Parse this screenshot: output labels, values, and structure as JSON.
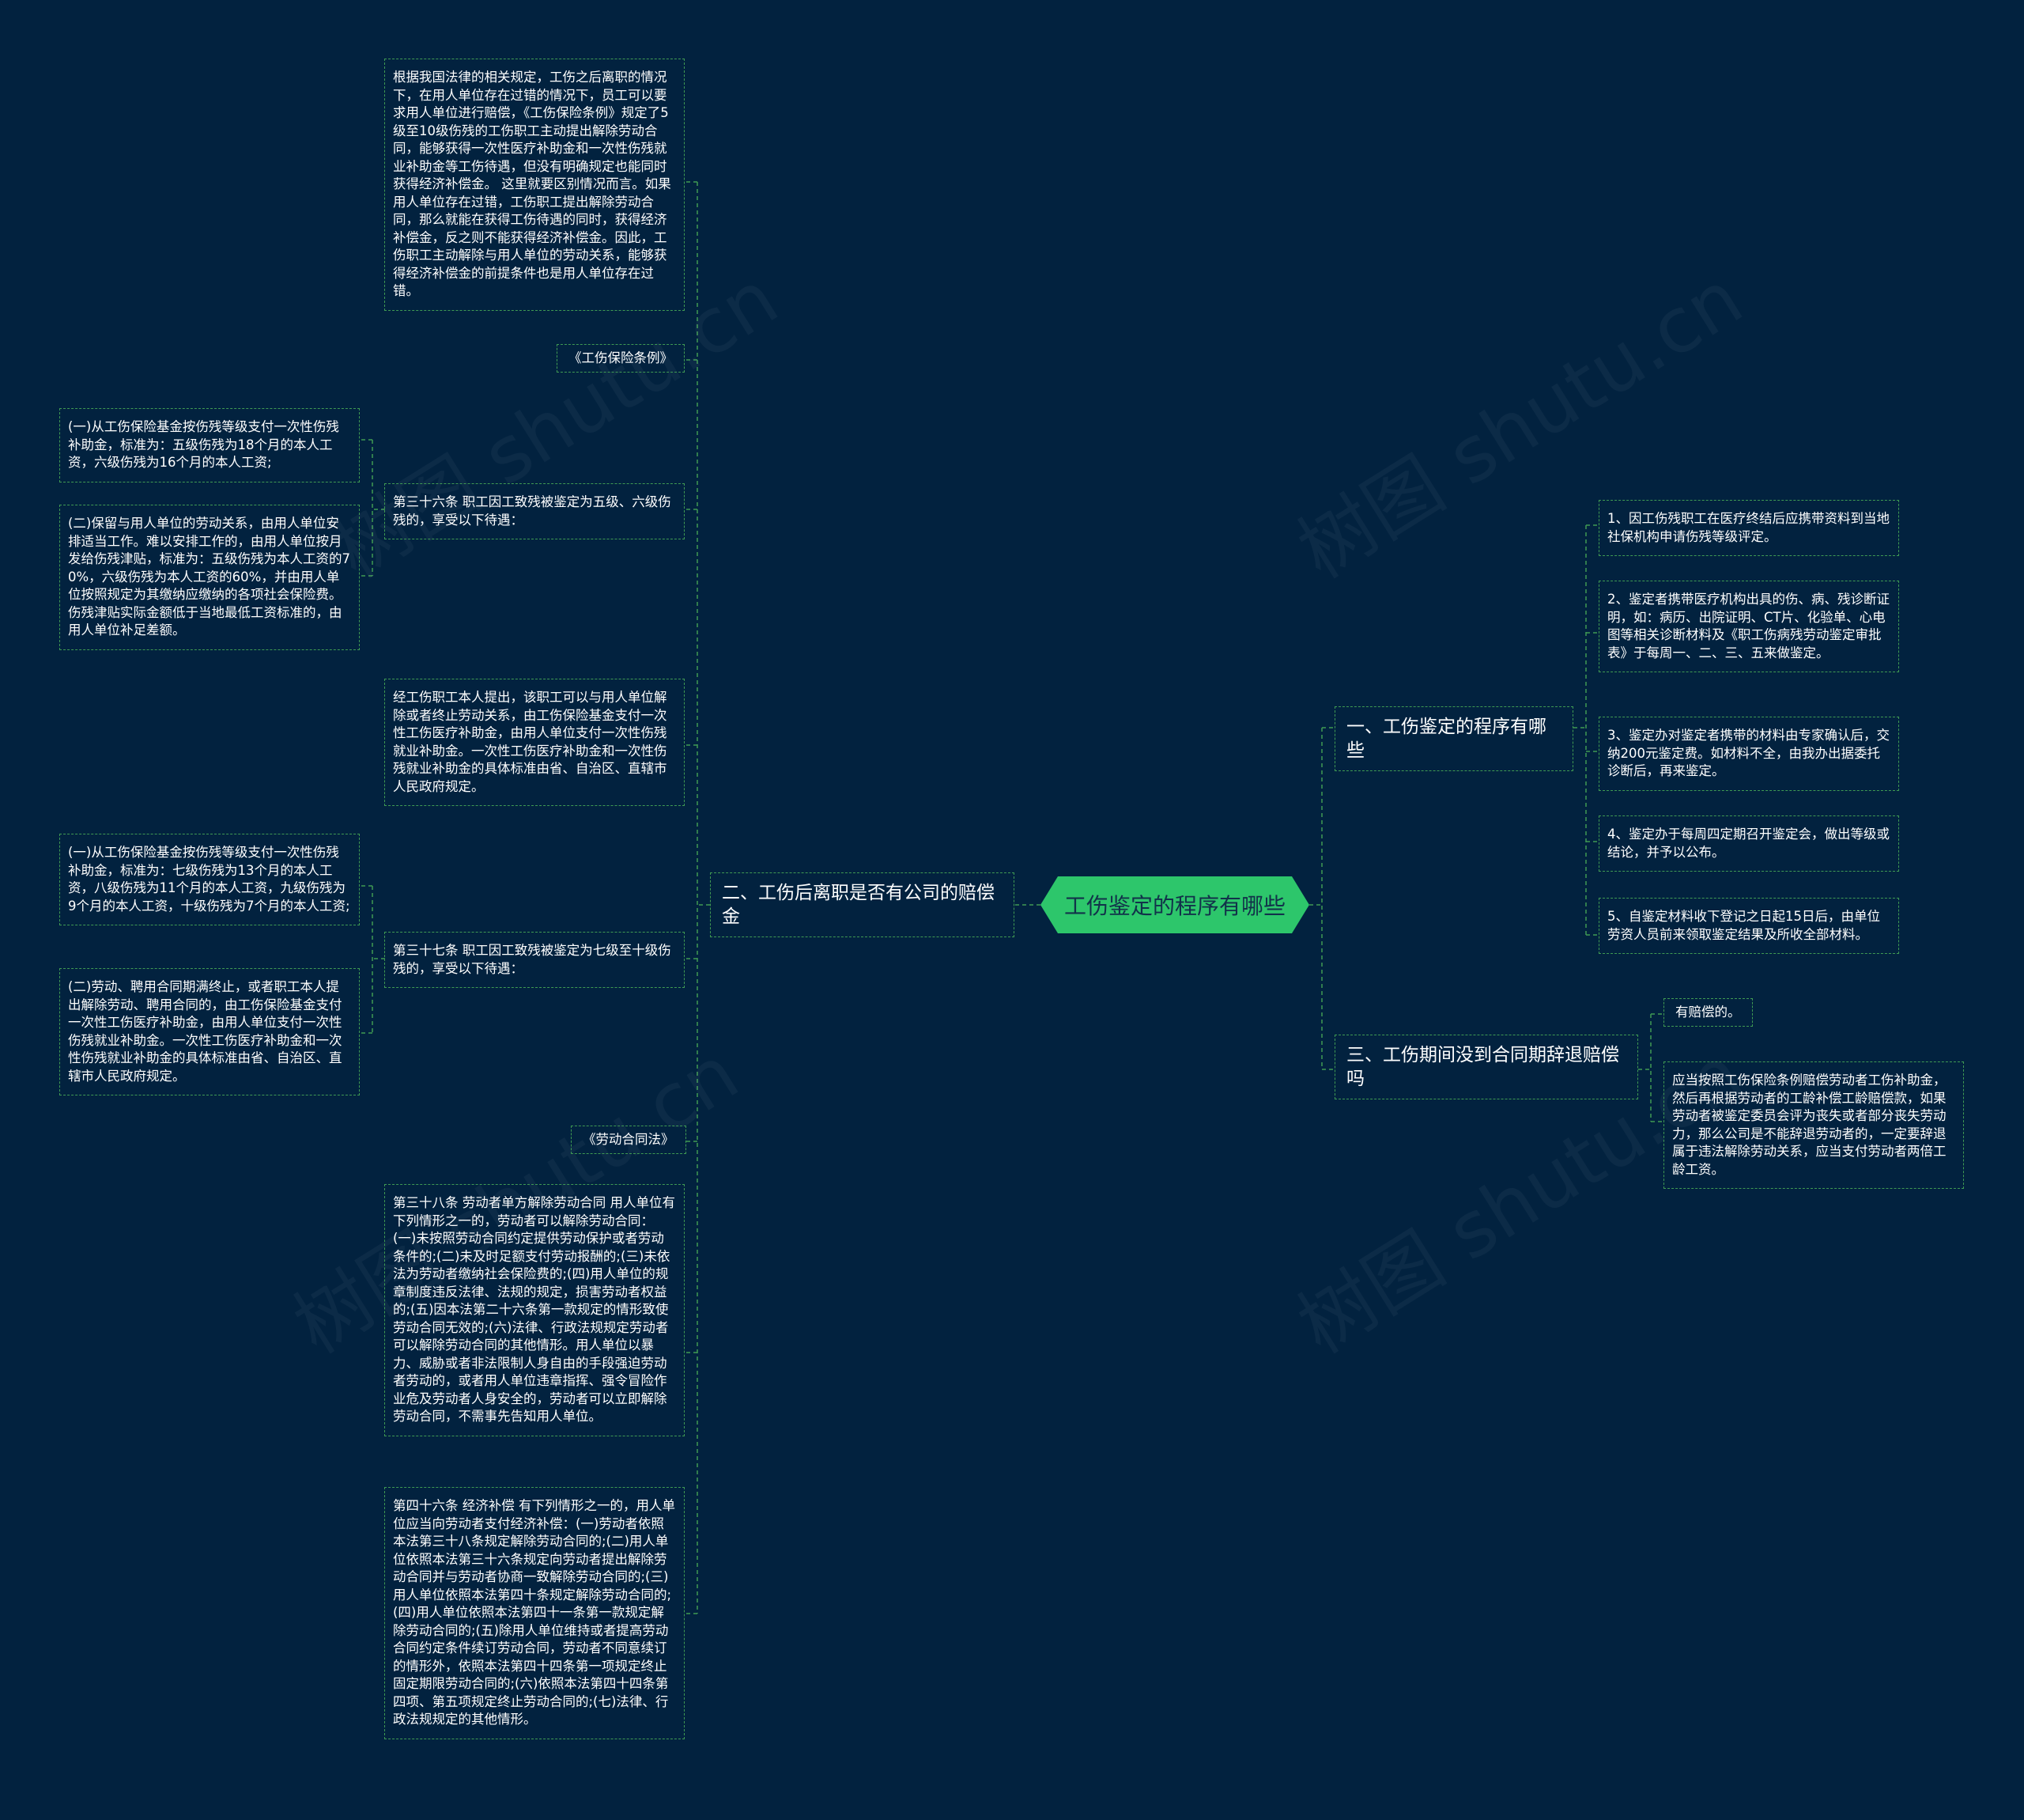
{
  "watermark": "树图 shutu.cn",
  "root": {
    "label": "工伤鉴定的程序有哪些"
  },
  "right": {
    "b1": {
      "label": "一、工伤鉴定的程序有哪些",
      "items": [
        "1、因工伤残职工在医疗终结后应携带资料到当地社保机构申请伤残等级评定。",
        "2、鉴定者携带医疗机构出具的伤、病、残诊断证明，如：病历、出院证明、CT片、化验单、心电图等相关诊断材料及《职工伤病残劳动鉴定审批表》于每周一、二、三、五来做鉴定。",
        "3、鉴定办对鉴定者携带的材料由专家确认后，交纳200元鉴定费。如材料不全，由我办出据委托诊断后，再来鉴定。",
        "4、鉴定办于每周四定期召开鉴定会，做出等级或结论，并予以公布。",
        "5、自鉴定材料收下登记之日起15日后，由单位劳资人员前来领取鉴定结果及所收全部材料。"
      ]
    },
    "b3": {
      "label": "三、工伤期间没到合同期辞退赔偿吗",
      "items": [
        "有赔偿的。",
        "应当按照工伤保险条例赔偿劳动者工伤补助金，然后再根据劳动者的工龄补偿工龄赔偿款，如果劳动者被鉴定委员会评为丧失或者部分丧失劳动力，那么公司是不能辞退劳动者的，一定要辞退属于违法解除劳动关系，应当支付劳动者两倍工龄工资。"
      ]
    }
  },
  "left": {
    "b2": {
      "label": "二、工伤后离职是否有公司的赔偿金",
      "n_intro": "根据我国法律的相关规定，工伤之后离职的情况下，在用人单位存在过错的情况下，员工可以要求用人单位进行赔偿，《工伤保险条例》规定了5级至10级伤残的工伤职工主动提出解除劳动合同，能够获得一次性医疗补助金和一次性伤残就业补助金等工伤待遇，但没有明确规定也能同时获得经济补偿金。 这里就要区别情况而言。如果用人单位存在过错，工伤职工提出解除劳动合同，那么就能在获得工伤待遇的同时，获得经济补偿金，反之则不能获得经济补偿金。因此，工伤职工主动解除与用人单位的劳动关系，能够获得经济补偿金的前提条件也是用人单位存在过错。",
      "tag_regulation": "《工伤保险条例》",
      "art36": "第三十六条 职工因工致残被鉴定为五级、六级伤残的，享受以下待遇：",
      "art36_a": "(一)从工伤保险基金按伤残等级支付一次性伤残补助金，标准为：五级伤残为18个月的本人工资，六级伤残为16个月的本人工资;",
      "art36_b": "(二)保留与用人单位的劳动关系，由用人单位安排适当工作。难以安排工作的，由用人单位按月发给伤残津贴，标准为：五级伤残为本人工资的70%，六级伤残为本人工资的60%，并由用人单位按照规定为其缴纳应缴纳的各项社会保险费。伤残津贴实际金额低于当地最低工资标准的，由用人单位补足差额。",
      "n_mid": "经工伤职工本人提出，该职工可以与用人单位解除或者终止劳动关系，由工伤保险基金支付一次性工伤医疗补助金，由用人单位支付一次性伤残就业补助金。一次性工伤医疗补助金和一次性伤残就业补助金的具体标准由省、自治区、直辖市人民政府规定。",
      "art37": "第三十七条 职工因工致残被鉴定为七级至十级伤残的，享受以下待遇：",
      "art37_a": "(一)从工伤保险基金按伤残等级支付一次性伤残补助金，标准为：七级伤残为13个月的本人工资，八级伤残为11个月的本人工资，九级伤残为9个月的本人工资，十级伤残为7个月的本人工资;",
      "art37_b": "(二)劳动、聘用合同期满终止，或者职工本人提出解除劳动、聘用合同的，由工伤保险基金支付一次性工伤医疗补助金，由用人单位支付一次性伤残就业补助金。一次性工伤医疗补助金和一次性伤残就业补助金的具体标准由省、自治区、直辖市人民政府规定。",
      "tag_labor": "《劳动合同法》",
      "art38": "第三十八条 劳动者单方解除劳动合同 用人单位有下列情形之一的，劳动者可以解除劳动合同：(一)未按照劳动合同约定提供劳动保护或者劳动条件的;(二)未及时足额支付劳动报酬的;(三)未依法为劳动者缴纳社会保险费的;(四)用人单位的规章制度违反法律、法规的规定，损害劳动者权益的;(五)因本法第二十六条第一款规定的情形致使劳动合同无效的;(六)法律、行政法规规定劳动者可以解除劳动合同的其他情形。用人单位以暴力、威胁或者非法限制人身自由的手段强迫劳动者劳动的，或者用人单位违章指挥、强令冒险作业危及劳动者人身安全的，劳动者可以立即解除劳动合同，不需事先告知用人单位。",
      "art46": "第四十六条 经济补偿 有下列情形之一的，用人单位应当向劳动者支付经济补偿：(一)劳动者依照本法第三十八条规定解除劳动合同的;(二)用人单位依照本法第三十六条规定向劳动者提出解除劳动合同并与劳动者协商一致解除劳动合同的;(三)用人单位依照本法第四十条规定解除劳动合同的;(四)用人单位依照本法第四十一条第一款规定解除劳动合同的;(五)除用人单位维持或者提高劳动合同约定条件续订劳动合同，劳动者不同意续订的情形外，依照本法第四十四条第一项规定终止固定期限劳动合同的;(六)依照本法第四十四条第四项、第五项规定终止劳动合同的;(七)法律、行政法规规定的其他情形。"
    }
  },
  "colors": {
    "background": "#02223f",
    "root_fill": "#2dc66b",
    "root_text": "#12324a",
    "line": "#3f9a53",
    "text": "#ffffff"
  }
}
